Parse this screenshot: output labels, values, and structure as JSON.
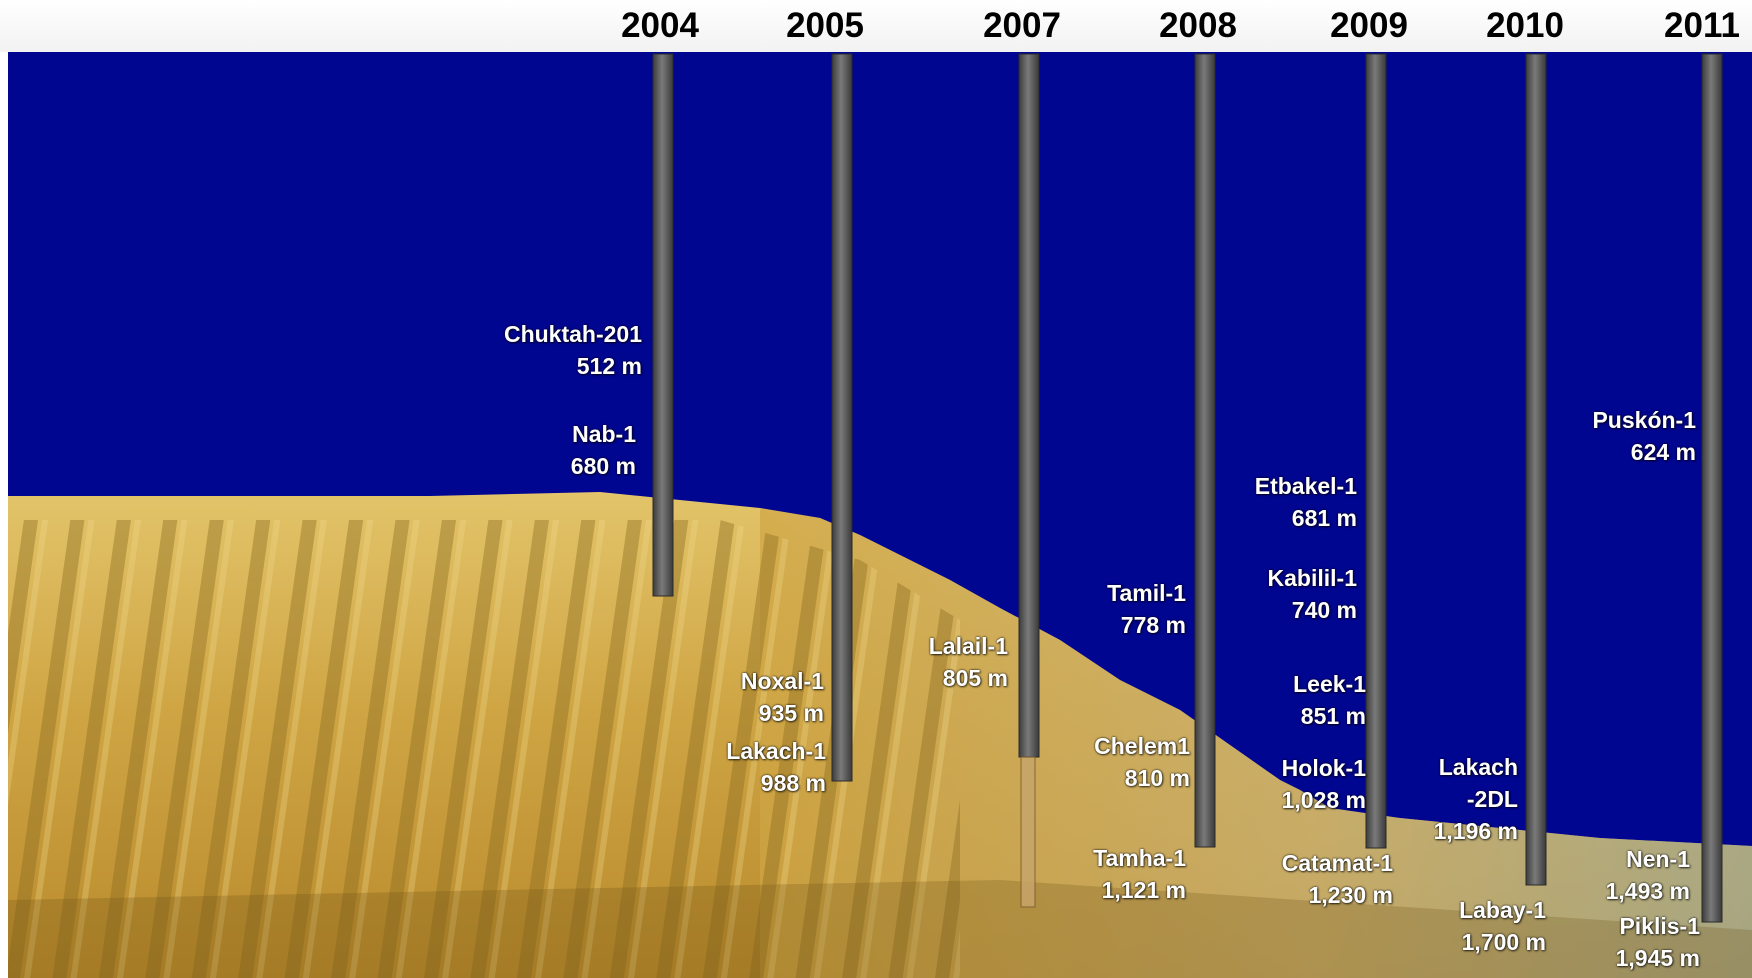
{
  "colors": {
    "sea": "#010690",
    "sand": "#d9b350",
    "sand_dark": "#8a6a1e",
    "pipe": "#5e5e5e"
  },
  "years": [
    "2004",
    "2005",
    "2007",
    "2008",
    "2009",
    "2010",
    "2011"
  ],
  "wells": [
    {
      "name": "Chuktah-201",
      "depth": "512 m"
    },
    {
      "name": "Nab-1",
      "depth": "680 m"
    },
    {
      "name": "Noxal-1",
      "depth": "935 m"
    },
    {
      "name": "Lakach-1",
      "depth": "988 m"
    },
    {
      "name": "Lalail-1",
      "depth": "805 m"
    },
    {
      "name": "Tamil-1",
      "depth": "778 m"
    },
    {
      "name": "Chelem1",
      "depth": "810 m"
    },
    {
      "name": "Tamha-1",
      "depth": "1,121 m"
    },
    {
      "name": "Etbakel-1",
      "depth": "681 m"
    },
    {
      "name": "Kabilil-1",
      "depth": "740 m"
    },
    {
      "name": "Leek-1",
      "depth": "851 m"
    },
    {
      "name": "Holok-1",
      "depth": "1,028 m"
    },
    {
      "name": "Catamat-1",
      "depth": "1,230 m"
    },
    {
      "name": "Lakach",
      "depth": "-2DL"
    },
    {
      "name": "",
      "depth": "1,196 m"
    },
    {
      "name": "Labay-1",
      "depth": "1,700 m"
    },
    {
      "name": "Puskón-1",
      "depth": "624 m"
    },
    {
      "name": "Nen-1",
      "depth": "1,493 m"
    },
    {
      "name": "Piklis-1",
      "depth": "1,945 m"
    }
  ]
}
